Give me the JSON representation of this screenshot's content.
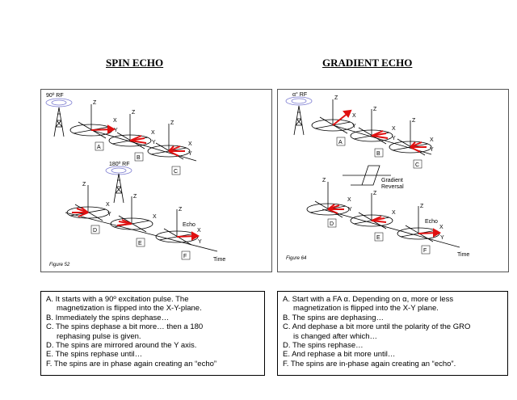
{
  "left": {
    "heading": "SPIN ECHO",
    "figure": "Figure 52",
    "rf1": "90º RF",
    "rf2": "180º RF",
    "echo": "Echo",
    "time": "Time",
    "axes": {
      "x": "X",
      "y": "Y",
      "z": "Z"
    },
    "stages": [
      "A",
      "B",
      "C",
      "D",
      "E",
      "F"
    ],
    "text": [
      {
        "t": "A. It starts with a 90º excitation pulse. The",
        "indent": false
      },
      {
        "t": "magnetization is flipped into the X-Y-plane.",
        "indent": true
      },
      {
        "t": "B. Immediately the spins dephase…",
        "indent": false
      },
      {
        "t": "C. The spins dephase a bit more… then a 180",
        "indent": false
      },
      {
        "t": "rephasing pulse is given.",
        "indent": true
      },
      {
        "t": "D. The spins are mirrored around the Y axis.",
        "indent": false
      },
      {
        "t": "E. The spins rephase until…",
        "indent": false
      },
      {
        "t": "F. The spins are in phase again creating an “echo”",
        "indent": false
      }
    ]
  },
  "right": {
    "heading": "GRADIENT ECHO",
    "figure": "Figure 64",
    "rf1": "α° RF",
    "reversal1": "Gradient",
    "reversal2": "Reversal",
    "echo": "Echo",
    "time": "Time",
    "axes": {
      "x": "X",
      "y": "Y",
      "z": "Z"
    },
    "stages": [
      "A",
      "B",
      "C",
      "D",
      "E",
      "F"
    ],
    "text": [
      {
        "t": "A. Start with a FA α. Depending on α, more or less",
        "indent": false
      },
      {
        "t": "magnetization is flipped into the X-Y plane.",
        "indent": true
      },
      {
        "t": "B. The spins are dephasing…",
        "indent": false
      },
      {
        "t": "C. And dephase a bit more until the polarity of the GRO",
        "indent": false
      },
      {
        "t": "is changed after which…",
        "indent": true
      },
      {
        "t": "D. The spins rephase…",
        "indent": false
      },
      {
        "t": "E. And rephase a bit more until…",
        "indent": false
      },
      {
        "t": "F. The spins are in-phase again creating an “echo”.",
        "indent": false
      }
    ]
  },
  "colors": {
    "spin": "#e01010",
    "line": "#000000",
    "rf": "#7a7ad0"
  }
}
